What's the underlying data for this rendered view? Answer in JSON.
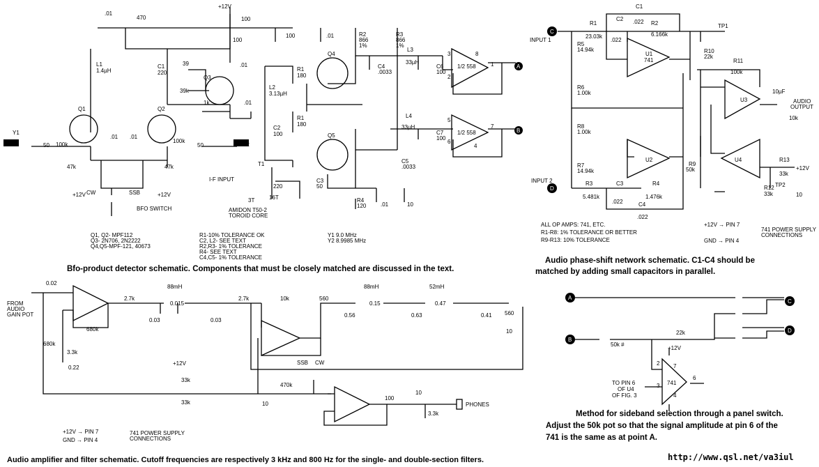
{
  "bfo": {
    "title": "Bfo-product detector schematic. Components that must be closely matched are discussed in the text.",
    "notes": [
      "Q1, Q2- MPF112",
      "Q3- 2N706, 2N2222",
      "Q4,Q5-MPF-121, 40673"
    ],
    "tolerances": [
      "R1-10% TOLERANCE OK",
      "C2, L2- SEE TEXT",
      "R2,R3- 1% TOLERANCE",
      "R4- SEE TEXT",
      "C4,C5- 1% TOLERANCE"
    ],
    "crystals": [
      "Y1   9.0 MHz",
      "Y2   8.9985 MHz"
    ],
    "switch_label": "BFO SWITCH",
    "cw": "CW",
    "ssb": "SSB",
    "if_input": "I-F INPUT",
    "toroid": [
      "AMIDON T50-2",
      "TOROID CORE"
    ],
    "plus12": "+12V",
    "labels": {
      "c01a": ".01",
      "r470": "470",
      "r100a": "100",
      "c100": "100",
      "c01b": ".01",
      "r100b": "100",
      "c01c": ".01",
      "l1": "L1",
      "l1v": "1.4µH",
      "c1": "C1",
      "c1v": "220",
      "c39": "39",
      "r39k": "39k",
      "q3": "Q3",
      "r1k": "1k",
      "c01d": ".01",
      "q1": "Q1",
      "q2": "Q2",
      "y1": "Y1",
      "y2": "Y2",
      "c50a": "50",
      "c50b": "50",
      "r100kA": "100k",
      "r100kB": "100k",
      "c01e": ".01",
      "c01f": ".01",
      "r47kA": "47k",
      "r47kB": "47k",
      "l2": "L2",
      "l2v": "3.13µH",
      "r1a": "R1",
      "r180a": "180",
      "r1b": "R1",
      "r180b": "180",
      "c2": "C2",
      "c2v": "100",
      "q4": "Q4",
      "q5": "Q5",
      "r2": "R2",
      "r2v": "866",
      "r2t": "1%",
      "r3": "R3",
      "r3v": "866",
      "r3t": "1%",
      "c4": "C4",
      "c4v": ".0033",
      "l3": "L3",
      "l3v": "33µH",
      "c6": "C6",
      "c6v": "100",
      "u558a": "1/2 558",
      "u558b": "1/2 558",
      "l4": "L4",
      "l4v": "33µH",
      "c7": "C7",
      "c7v": "100",
      "c5": "C5",
      "c5v": ".0033",
      "t1": "T1",
      "c220": "220",
      "c3": "C3",
      "c3v": "50",
      "t3": "3T",
      "t16": "16T",
      "r4": "R4",
      "r4v": "120",
      "c01g": ".01",
      "c10": "10",
      "p3": "3",
      "p8": "8",
      "p2": "2",
      "p1": "1",
      "p5": "5",
      "p7": "7",
      "p6": "6",
      "p4": "4",
      "pA": "A",
      "pB": "B"
    }
  },
  "phase": {
    "title_lines": [
      "Audio phase-shift network schematic. C1-C4 should be",
      "matched by adding small capacitors in parallel."
    ],
    "input1": "INPUT 1",
    "input2": "INPUT 2",
    "tp1": "TP1",
    "tp2": "TP2",
    "audio_output": [
      "AUDIO",
      "OUTPUT"
    ],
    "notes": [
      "ALL OP AMPS: 741, ETC.",
      "R1-R8: 1% TOLERANCE OR BETTER",
      "R9-R13: 10% TOLERANCE"
    ],
    "power": [
      "+12V → PIN 7",
      "GND → PIN 4"
    ],
    "power_label": [
      "741 POWER SUPPLY",
      "CONNECTIONS"
    ],
    "plus12": "+12V",
    "labels": {
      "pC": "C",
      "pD": "D",
      "c1": "C1",
      "c1v": ".022",
      "r1": "R1",
      "r1v": "23.03k",
      "c2": "C2",
      "c2v": ".022",
      "r2": "R2",
      "r2v": "6.166k",
      "r5": "R5",
      "r5v": "14.94k",
      "u1": "U1",
      "u1v": "741",
      "r10": "R10",
      "r10v": "22k",
      "r11": "R11",
      "r11v": "100k",
      "r6": "R6",
      "r6v": "1.00k",
      "u3": "U3",
      "c10u": "10µF",
      "r8": "R8",
      "r8v": "1.00k",
      "r10k": "10k",
      "u2": "U2",
      "u4": "U4",
      "r7": "R7",
      "r7v": "14.94k",
      "r9": "R9",
      "r9v": "50k",
      "r13": "R13",
      "r13v": "33k",
      "r3": "R3",
      "r3v": "5.481k",
      "c3": "C3",
      "c3v": ".022",
      "r4": "R4",
      "r4v": "1.476k",
      "c4": "C4",
      "c4v": ".022",
      "r12": "R12",
      "r12v": "33k",
      "c10": "10"
    }
  },
  "audio": {
    "title": "Audio amplifier and filter schematic. Cutoff frequencies are respectively 3 kHz and 800 Hz for the single- and double-section filters.",
    "from": [
      "FROM",
      "AUDIO",
      "GAIN POT"
    ],
    "phones": "PHONES",
    "power": [
      "+12V → PIN 7",
      "GND → PIN 4"
    ],
    "power_label": [
      "741 POWER SUPPLY",
      "CONNECTIONS"
    ],
    "ssb": "SSB",
    "cw": "CW",
    "plus12": "+12V",
    "labels": {
      "c002": "0.02",
      "r27kA": "2.7k",
      "mh88a": "88mH",
      "c0015": "0.015",
      "c003a": "0.03",
      "c003b": "0.03",
      "r27kB": "2.7k",
      "r10k": "10k",
      "r560a": "560",
      "mh88b": "88mH",
      "c015": "0.15",
      "mh52": "52mH",
      "c047": "0.47",
      "c056": "0.56",
      "c063": "0.63",
      "c041": "0.41",
      "r560b": "560",
      "c10a": "10",
      "r680kA": "680k",
      "r680kB": "680k",
      "r33kA": "3.3k",
      "c022": "0.22",
      "r33kB": "33k",
      "r33kC": "33k",
      "r470k": "470k",
      "c10b": "10",
      "r100": "100",
      "c10c": "10",
      "r33kD": "3.3k"
    }
  },
  "sideband": {
    "title_lines": [
      "Method for sideband selection through a panel switch.",
      "Adjust the 50k pot so that the signal amplitude at pin 6 of the",
      "741 is the same as at point A."
    ],
    "to_pin": [
      "TO PIN 6",
      "OF U4",
      "OF FIG. 3"
    ],
    "plus12": "+12V",
    "labels": {
      "pA": "A",
      "pB": "B",
      "pC": "C",
      "pD": "D",
      "pot": "50k #",
      "r22k": "22k",
      "u741": "741",
      "p2": "2",
      "p3": "3",
      "p7": "7",
      "p6": "6",
      "p4": "4"
    }
  },
  "url": "http://www.qsl.net/va3iul"
}
